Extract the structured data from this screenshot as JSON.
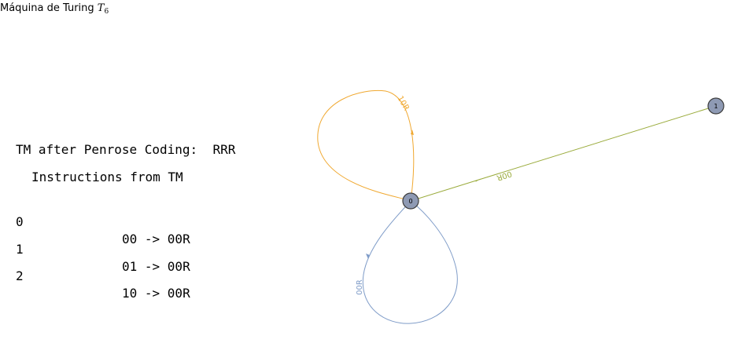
{
  "title": {
    "prefix": "Máquina de Turing ",
    "symbol": "T",
    "subscript": "6"
  },
  "coding": {
    "label": "TM after Penrose Coding:",
    "value": "RRR"
  },
  "instructions": {
    "heading": "Instructions from TM",
    "rows": [
      {
        "index": "0",
        "instruction": "00 -> 00R"
      },
      {
        "index": "1",
        "instruction": "01 -> 00R"
      },
      {
        "index": "2",
        "instruction": "10 -> 00R"
      }
    ]
  },
  "graph": {
    "nodes": [
      {
        "id": "0",
        "label": "0"
      },
      {
        "id": "1",
        "label": "1"
      }
    ],
    "edges": [
      {
        "id": "e-0-1",
        "from": "0",
        "to": "1",
        "label": "00R",
        "color": "#9aab3c"
      },
      {
        "id": "e-0-0-top",
        "from": "0",
        "to": "0",
        "label": "10R",
        "color": "#f0a830"
      },
      {
        "id": "e-0-0-bottom",
        "from": "0",
        "to": "0",
        "label": "00R",
        "color": "#7f9cc8"
      }
    ],
    "node_fill": "#8e9ab4",
    "node_stroke": "#3c3c3c"
  }
}
